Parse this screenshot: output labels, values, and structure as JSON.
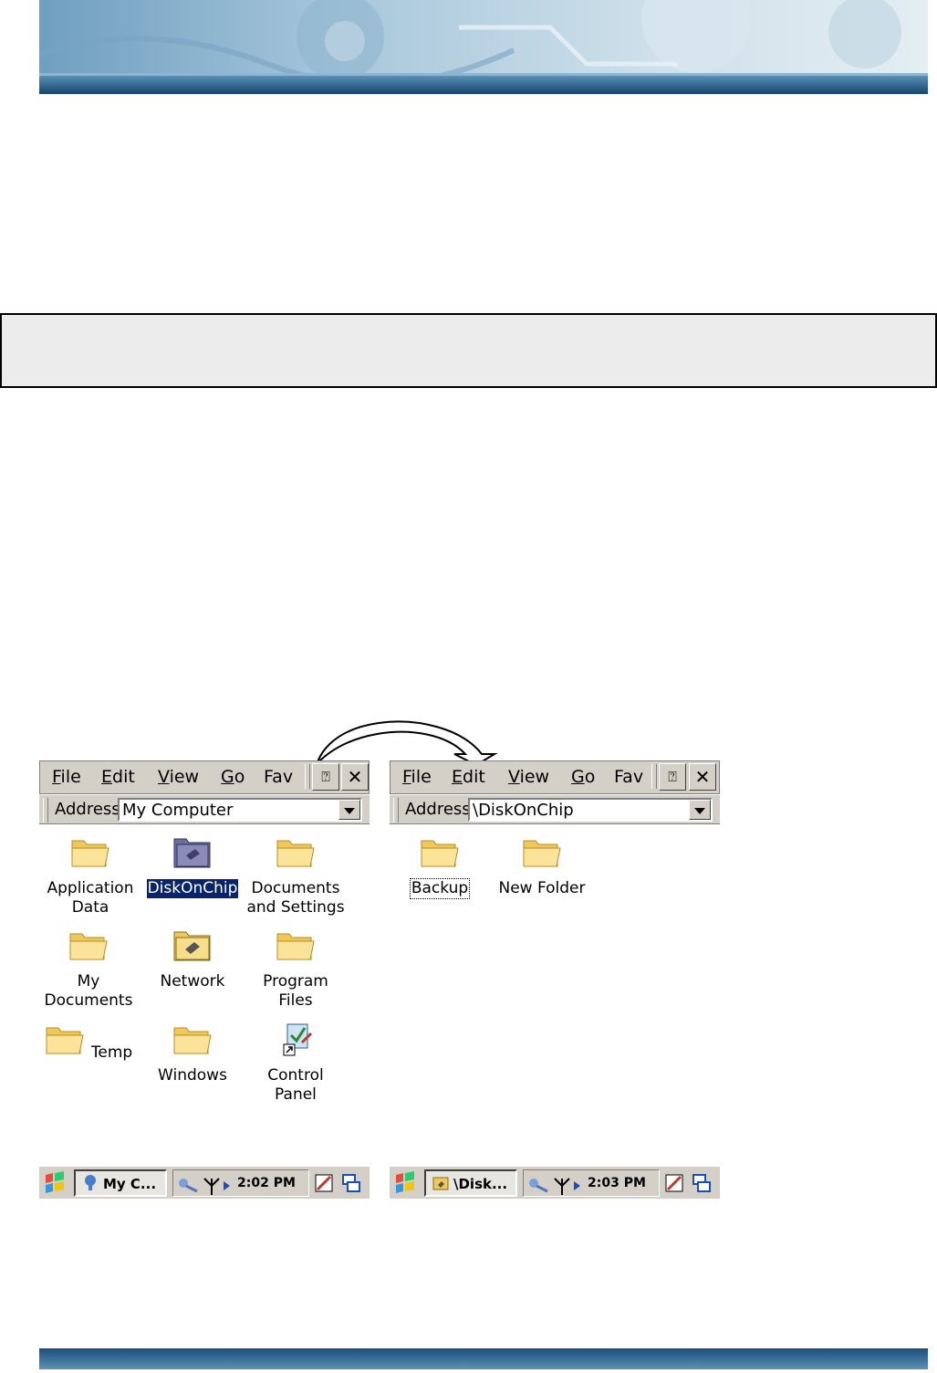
{
  "left_window": {
    "menu": [
      {
        "label": "File",
        "accel": "F",
        "rest": "ile"
      },
      {
        "label": "Edit",
        "accel": "E",
        "rest": "dit"
      },
      {
        "label": "View",
        "accel": "V",
        "rest": "iew"
      },
      {
        "label": "Go",
        "accel": "G",
        "rest": "o"
      },
      {
        "label": "Fav",
        "accel": "",
        "rest": "Fav"
      }
    ],
    "address_label": "Address",
    "address_value": "My Computer",
    "items": [
      {
        "label": "Application\nData",
        "icon": "folder-icon"
      },
      {
        "label": "DiskOnChip",
        "icon": "disk-folder-icon"
      },
      {
        "label": "Documents\nand Settings",
        "icon": "folder-icon"
      },
      {
        "label": "My\nDocuments",
        "icon": "folder-icon"
      },
      {
        "label": "Network",
        "icon": "network-folder-icon"
      },
      {
        "label": "Program Files",
        "icon": "folder-icon"
      },
      {
        "label": "Temp",
        "icon": "folder-icon"
      },
      {
        "label": "Windows",
        "icon": "folder-icon"
      },
      {
        "label": "Control\nPanel",
        "icon": "control-panel-icon"
      }
    ],
    "taskbar": {
      "task": "My C...",
      "time": "2:02 PM"
    }
  },
  "right_window": {
    "menu": [
      {
        "label": "File",
        "accel": "F",
        "rest": "ile"
      },
      {
        "label": "Edit",
        "accel": "E",
        "rest": "dit"
      },
      {
        "label": "View",
        "accel": "V",
        "rest": "iew"
      },
      {
        "label": "Go",
        "accel": "G",
        "rest": "o"
      },
      {
        "label": "Fav",
        "accel": "",
        "rest": "Fav"
      }
    ],
    "address_label": "Address",
    "address_value": "\\DiskOnChip",
    "items": [
      {
        "label": "Backup",
        "icon": "folder-icon"
      },
      {
        "label": "New Folder",
        "icon": "folder-icon"
      }
    ],
    "taskbar": {
      "task": "\\Disk...",
      "time": "2:03 PM"
    }
  },
  "colors": {
    "selection": "#0a246a",
    "folder": "#f5d76e",
    "chrome": "#d4d0c8",
    "banner_dark": "#1c4f7a"
  }
}
